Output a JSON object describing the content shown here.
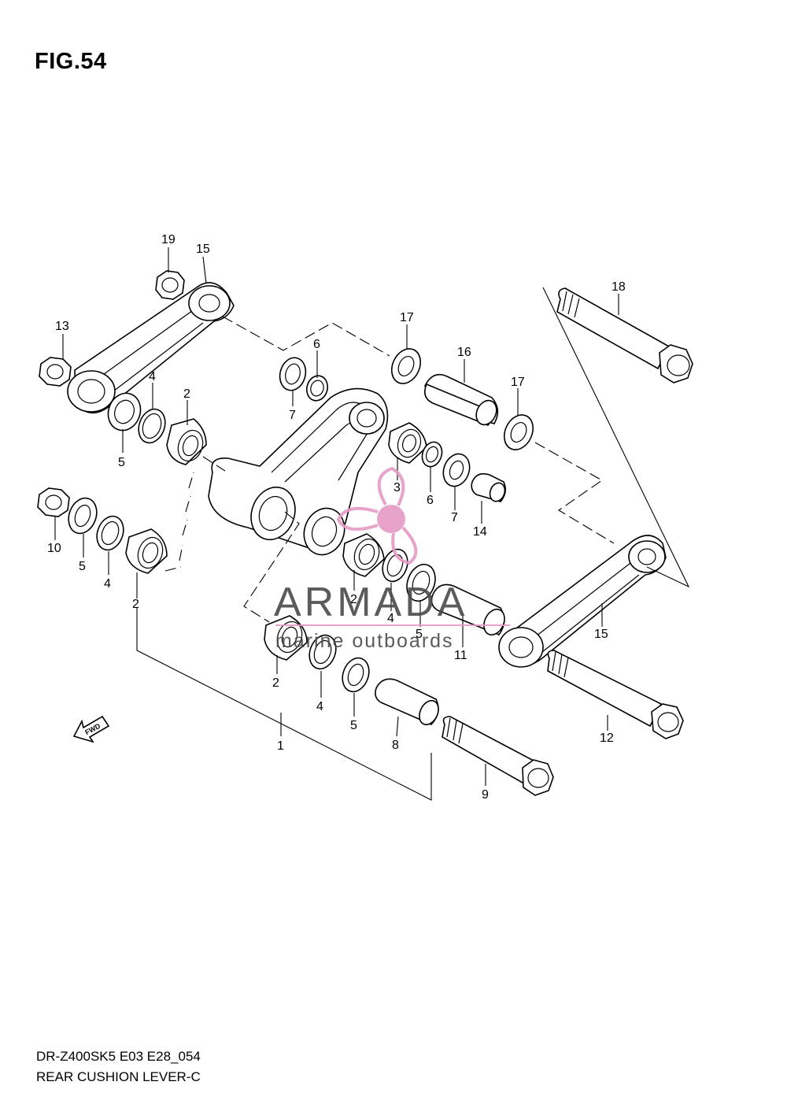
{
  "figure": {
    "title": "FIG.54"
  },
  "footer": {
    "model_code": "DR-Z400SK5 E03 E28_054",
    "section_name": "REAR CUSHION LEVER-C"
  },
  "fwd_label": "FWD",
  "watermark": {
    "brand": "ARMADA",
    "tagline": "marine outboards",
    "color": "#e59ac4"
  },
  "callouts": {
    "c19": "19",
    "c15a": "15",
    "c13": "13",
    "c17a": "17",
    "c6a": "6",
    "c7a": "7",
    "c18": "18",
    "c16": "16",
    "c17b": "17",
    "c4a": "4",
    "c2a": "2",
    "c5a": "5",
    "c3": "3",
    "c6b": "6",
    "c7b": "7",
    "c14": "14",
    "c10": "10",
    "c5b": "5",
    "c4b": "4",
    "c2b": "2",
    "c2c": "2",
    "c4c": "4",
    "c5c": "5",
    "c11": "11",
    "c15b": "15",
    "c2d": "2",
    "c4d": "4",
    "c5d": "5",
    "c8": "8",
    "c12": "12",
    "c1": "1",
    "c9": "9"
  }
}
